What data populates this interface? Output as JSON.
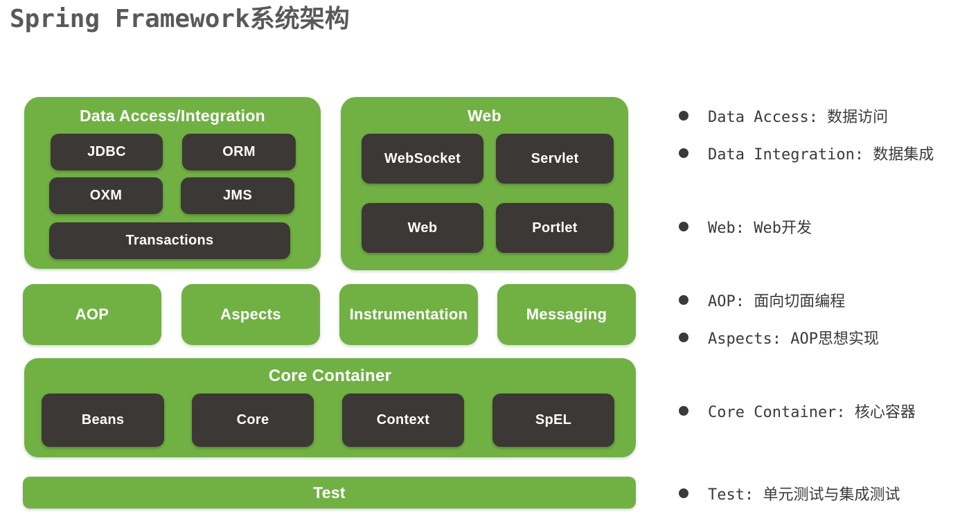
{
  "page": {
    "title": "Spring Framework系统架构"
  },
  "colors": {
    "block_green": "#71B144",
    "box_dark": "#3C3835",
    "title_text": "#58595B",
    "legend_text": "#3A3A3A",
    "label_white": "#FFFFFF"
  },
  "architecture": {
    "data_access": {
      "title": "Data Access/Integration",
      "cells": [
        "JDBC",
        "ORM",
        "OXM",
        "JMS",
        "Transactions"
      ]
    },
    "web": {
      "title": "Web",
      "cells": [
        "WebSocket",
        "Servlet",
        "Web",
        "Portlet"
      ]
    },
    "middle_row": {
      "cells": [
        "AOP",
        "Aspects",
        "Instrumentation",
        "Messaging"
      ]
    },
    "core_container": {
      "title": "Core Container",
      "cells": [
        "Beans",
        "Core",
        "Context",
        "SpEL"
      ]
    },
    "test": {
      "title": "Test"
    }
  },
  "legend": {
    "items": [
      {
        "text": "Data Access: 数据访问"
      },
      {
        "text": "Data Integration: 数据集成"
      },
      {
        "text": "Web: Web开发"
      },
      {
        "text": "AOP: 面向切面编程"
      },
      {
        "text": "Aspects: AOP思想实现"
      },
      {
        "text": "Core Container: 核心容器"
      },
      {
        "text": "Test: 单元测试与集成测试"
      }
    ]
  }
}
